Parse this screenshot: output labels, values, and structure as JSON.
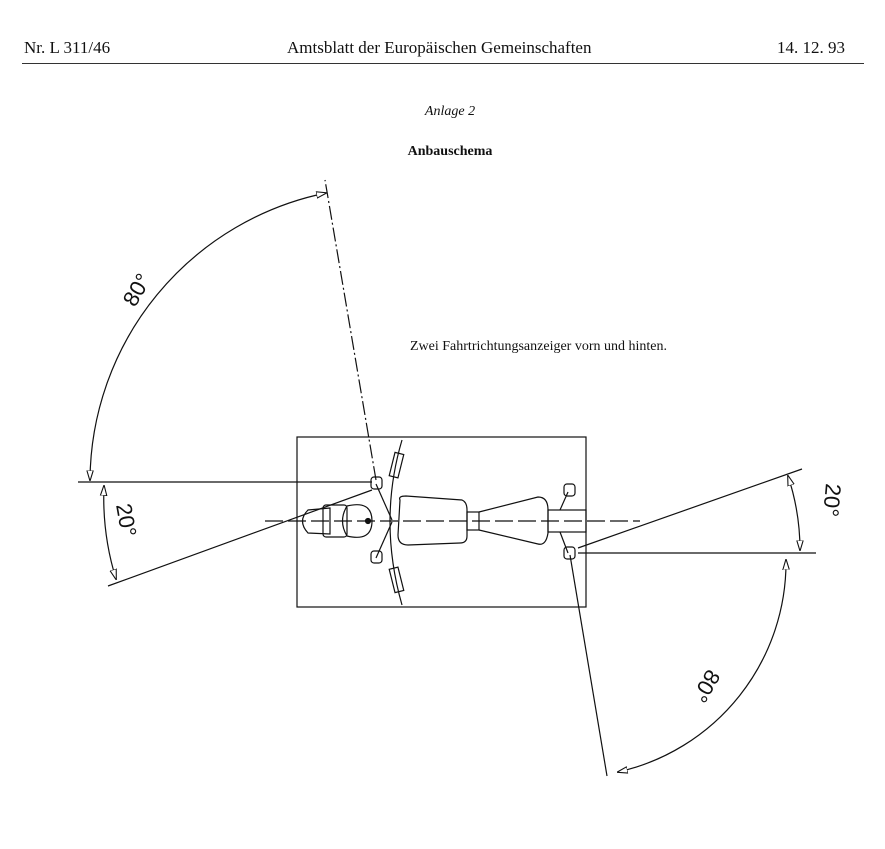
{
  "header": {
    "left": "Nr. L 311/46",
    "center": "Amtsblatt der Europäischen Gemeinschaften",
    "right": "14. 12. 93"
  },
  "annex_label": "Anlage 2",
  "title": "Anbauschema",
  "caption": "Zwei Fahrtrichtungsanzeiger vorn und hinten.",
  "diagram": {
    "angle_front_upper": "80°",
    "angle_front_lower": "20°",
    "angle_rear_upper": "20°",
    "angle_rear_lower": "80°"
  }
}
